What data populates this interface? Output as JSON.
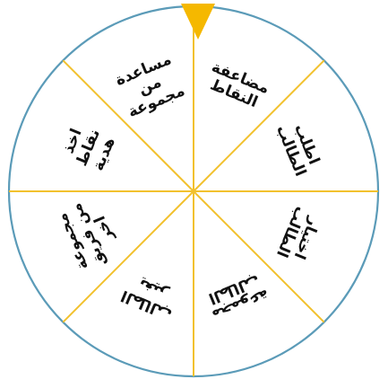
{
  "wheel": {
    "colors": {
      "rim": "#5b9bb8",
      "divider": "#f2c12e",
      "pointer": "#f5b800",
      "face": "#ffffff",
      "text": "#111111"
    },
    "segments": [
      {
        "lines": [
          "مضاعفة",
          "النقاط"
        ]
      },
      {
        "lines": [
          "اطلب",
          "الطالب"
        ]
      },
      {
        "lines": [
          "اختيار",
          "الطالب"
        ]
      },
      {
        "lines": [
          "مجموعة",
          "الطالب"
        ]
      },
      {
        "lines": [
          "الطالب",
          "يغير"
        ]
      },
      {
        "lines": [
          "مجموعة",
          "من فريق",
          "اخر"
        ]
      },
      {
        "lines": [
          "اخذ",
          "نقاط",
          "هدية"
        ]
      },
      {
        "lines": [
          "مساعدة",
          "من",
          "مجموعة"
        ]
      }
    ]
  }
}
